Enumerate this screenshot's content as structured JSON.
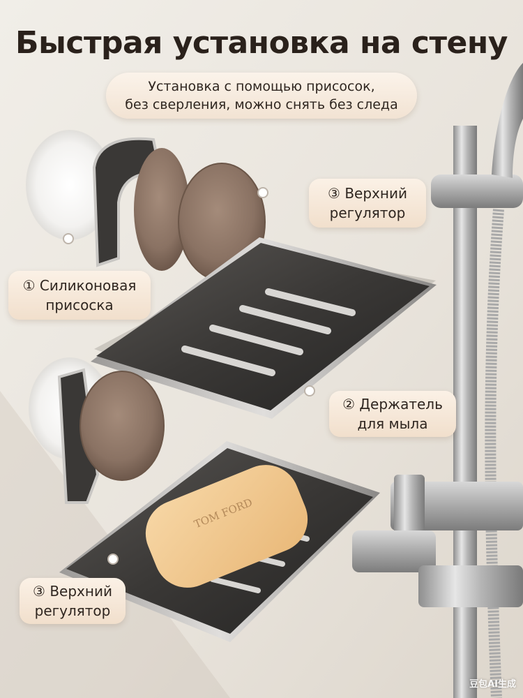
{
  "header": {
    "title": "Быстрая установка на стену",
    "subtitle_lines": [
      "Установка с помощью присосок,",
      "без сверления, можно снять без следа"
    ]
  },
  "callouts": {
    "top_adjuster": {
      "lines": [
        "③ Верхний",
        "регулятор"
      ]
    },
    "suction_cup": {
      "lines": [
        "① Силиконовая",
        "присоска"
      ]
    },
    "soap_holder": {
      "lines": [
        "② Держатель",
        "для мыла"
      ]
    },
    "bottom_adjuster": {
      "lines": [
        "③ Верхний",
        "регулятор"
      ]
    }
  },
  "product": {
    "soap_brand_text": "TOM FORD"
  },
  "watermark": "豆包AI生成",
  "colors": {
    "wall": "#ece8e1",
    "title_text": "#2a211b",
    "pill_background": "#f6e9db",
    "wood": "#8a7263",
    "tray_metal": "#3a3836",
    "soap": "#f2c88e"
  }
}
